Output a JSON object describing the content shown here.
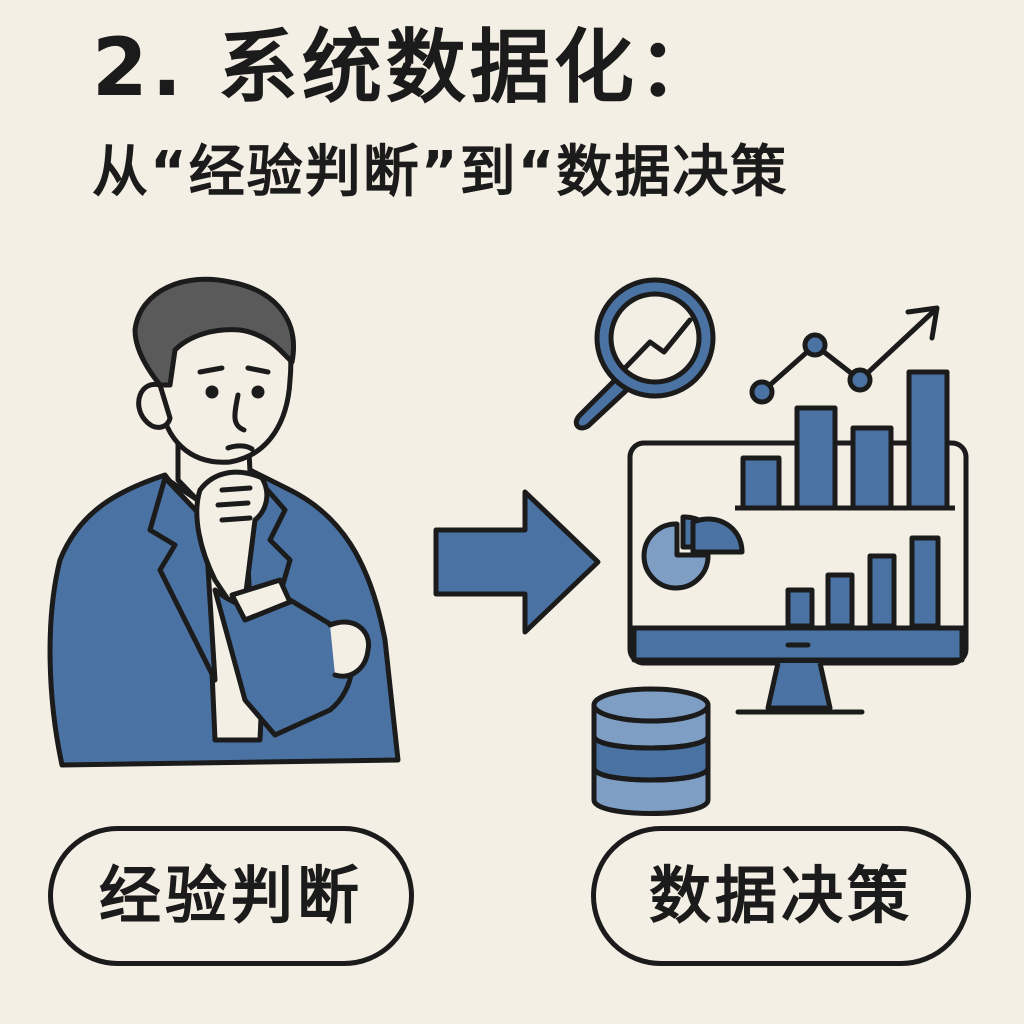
{
  "heading": {
    "title": "2. 系统数据化：",
    "subtitle": "从“经验判断”到“数据决策"
  },
  "labels": {
    "left": "经验判断",
    "right": "数据决策"
  },
  "icons": {
    "person": "thinking-businessman-icon",
    "arrow": "right-arrow-icon",
    "magnifier": "magnifying-glass-icon",
    "trend": "trend-line-icon",
    "monitor": "dashboard-monitor-icon",
    "database": "database-icon"
  },
  "colors": {
    "background": "#f4efe4",
    "accent_blue": "#4a73a4",
    "light_blue": "#7e9ec4",
    "outline": "#1b1b1b"
  }
}
